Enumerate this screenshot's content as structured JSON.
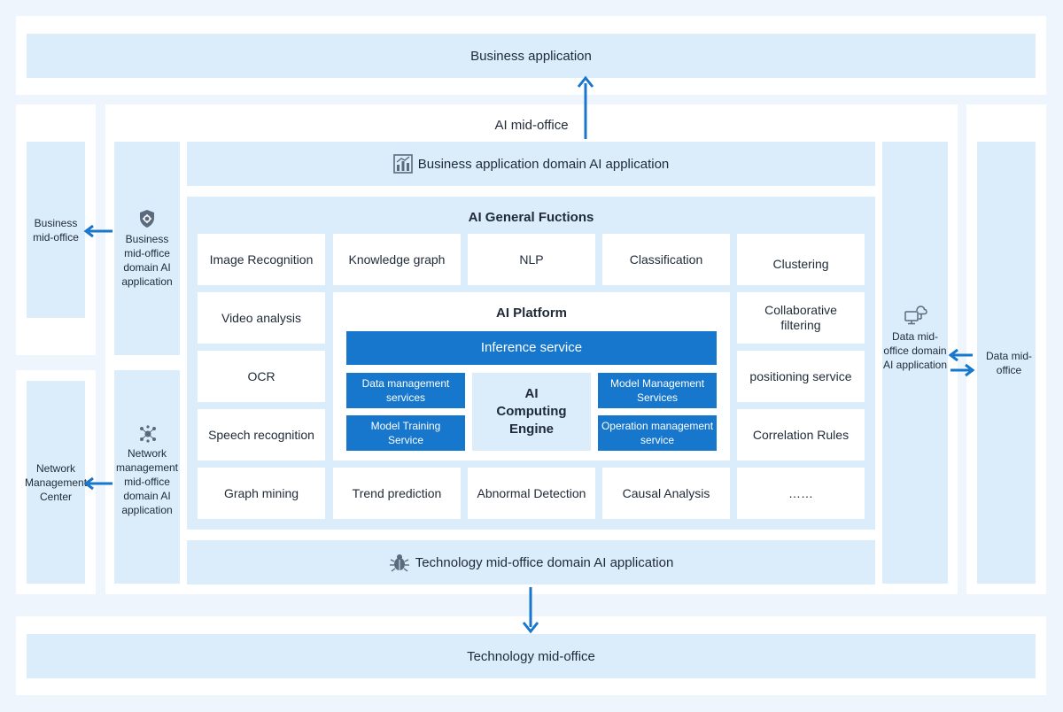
{
  "colors": {
    "accent": "#1677cc",
    "panel_light": "#dbedfb",
    "background": "#eef5fd"
  },
  "top": {
    "business_application": "Business application"
  },
  "ai_mid_office": {
    "title": "AI mid-office"
  },
  "left": {
    "business_mid_office": "Business mid-office",
    "business_domain_app": "Business mid-office domain AI application",
    "network_center": "Network Management Center",
    "network_domain_app": "Network management mid-office domain AI application"
  },
  "right": {
    "data_domain_app": "Data mid-office domain AI application",
    "data_mid_office": "Data mid-office"
  },
  "business_domain_bar": {
    "label": "Business application domain AI application",
    "icon": "bar-chart-icon"
  },
  "general_functions": {
    "title": "AI General Fuctions",
    "row1": [
      "Image Recognition",
      "Knowledge graph",
      "NLP",
      "Classification",
      "Clustering"
    ],
    "left_col": [
      "Video analysis",
      "OCR",
      "Speech recognition"
    ],
    "right_col": [
      "Collaborative filtering",
      "positioning service",
      "Correlation Rules"
    ],
    "row5": [
      "Graph mining",
      "Trend prediction",
      "Abnormal Detection",
      "Causal Analysis",
      "……"
    ]
  },
  "ai_platform": {
    "title": "AI Platform",
    "inference": "Inference service",
    "data_mgmt": "Data management services",
    "model_training": "Model Training Service",
    "engine": "AI Computing Engine",
    "model_mgmt": "Model Management Services",
    "operation_mgmt": "Operation management service"
  },
  "tech_domain_bar": {
    "label": "Technology mid-office domain AI application",
    "icon": "bug-icon"
  },
  "bottom": {
    "technology_mid_office": "Technology mid-office"
  }
}
